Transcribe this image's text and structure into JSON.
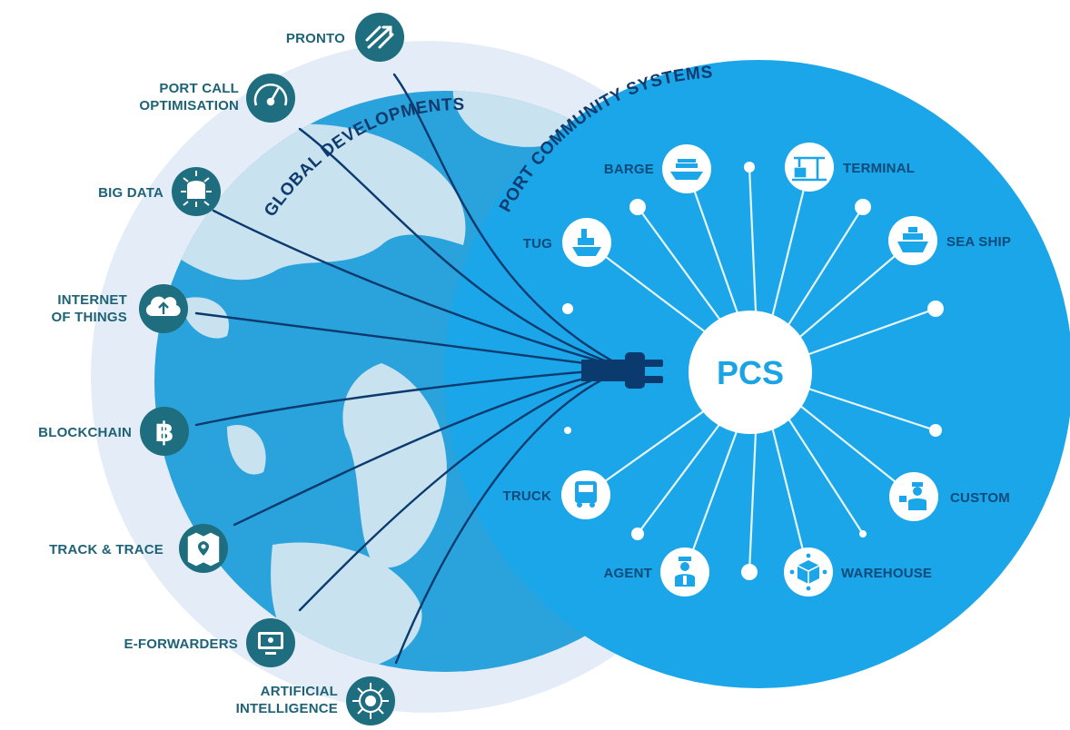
{
  "diagram": {
    "center_label": "PCS",
    "arc_left": "GLOBAL DEVELOPMENTS",
    "arc_right": "PORT COMMUNITY SYSTEMS",
    "developments": [
      {
        "lines": [
          "PRONTO"
        ],
        "icon": "arrows-exchange-icon"
      },
      {
        "lines": [
          "PORT CALL",
          "OPTIMISATION"
        ],
        "icon": "speedometer-icon"
      },
      {
        "lines": [
          "BIG DATA"
        ],
        "icon": "database-network-icon"
      },
      {
        "lines": [
          "INTERNET",
          "OF THINGS"
        ],
        "icon": "cloud-upload-icon"
      },
      {
        "lines": [
          "BLOCKCHAIN"
        ],
        "icon": "bitcoin-icon"
      },
      {
        "lines": [
          "TRACK & TRACE"
        ],
        "icon": "map-pin-icon"
      },
      {
        "lines": [
          "E-FORWARDERS"
        ],
        "icon": "monitor-icon"
      },
      {
        "lines": [
          "ARTIFICIAL",
          "INTELLIGENCE"
        ],
        "icon": "circuit-brain-icon"
      }
    ],
    "stakeholders": [
      {
        "label": "BARGE",
        "icon": "barge-icon"
      },
      {
        "label": "TERMINAL",
        "icon": "crane-icon"
      },
      {
        "label": "TUG",
        "icon": "tugboat-icon"
      },
      {
        "label": "SEA SHIP",
        "icon": "ship-icon"
      },
      {
        "label": "TRUCK",
        "icon": "truck-icon"
      },
      {
        "label": "CUSTOM",
        "icon": "customs-officer-icon"
      },
      {
        "label": "AGENT",
        "icon": "agent-icon"
      },
      {
        "label": "WAREHOUSE",
        "icon": "warehouse-boxes-icon"
      }
    ]
  },
  "colors": {
    "halo": "#e4edf7",
    "globe_ocean": "#2aa3dc",
    "globe_land": "#c9e2f0",
    "pcs_circle": "#1aa6e8",
    "dev_icon_bg": "#1f6e7f",
    "cable": "#0a3a6e",
    "white": "#ffffff"
  }
}
